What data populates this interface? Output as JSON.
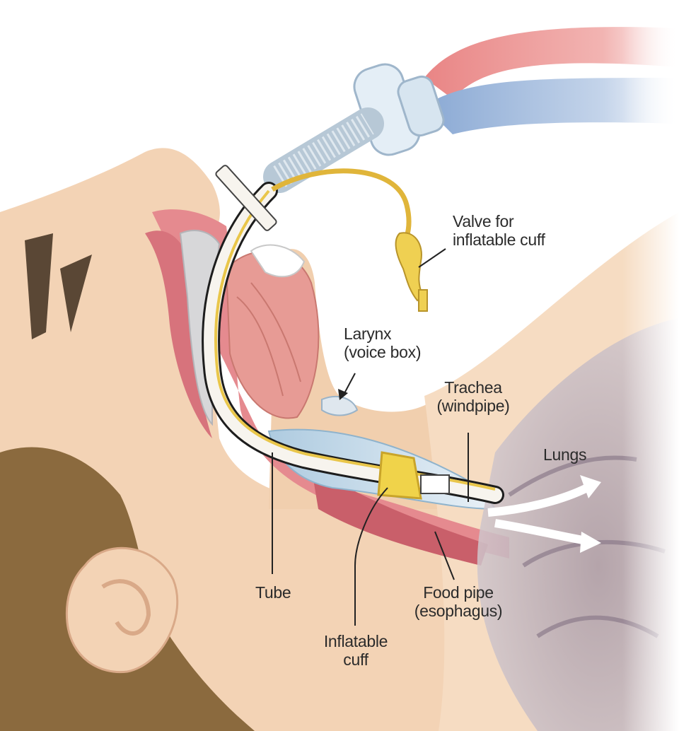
{
  "labels": {
    "valve": {
      "line1": "Valve for",
      "line2": "inflatable cuff"
    },
    "larynx": {
      "line1": "Larynx",
      "line2": "(voice box)"
    },
    "trachea": {
      "line1": "Trachea",
      "line2": "(windpipe)"
    },
    "lungs": {
      "line1": "Lungs"
    },
    "tube": {
      "line1": "Tube"
    },
    "food_pipe": {
      "line1": "Food pipe",
      "line2": "(esophagus)"
    },
    "cuff": {
      "line1": "Inflatable",
      "line2": "cuff"
    }
  },
  "colors": {
    "skin": "#f3d3b5",
    "skin_shadow": "#e7b993",
    "hair": "#8b6a3e",
    "tissue_pink": "#e58a8f",
    "tissue_dark": "#c95f6a",
    "tube_white": "#f7f4ee",
    "tube_yellow": "#e9c64a",
    "vent_red": "#e57b7b",
    "vent_blue": "#8fb0d8",
    "lung_purple": "#a79aa8",
    "label_text": "#2b2b2b",
    "leader": "#222222"
  }
}
